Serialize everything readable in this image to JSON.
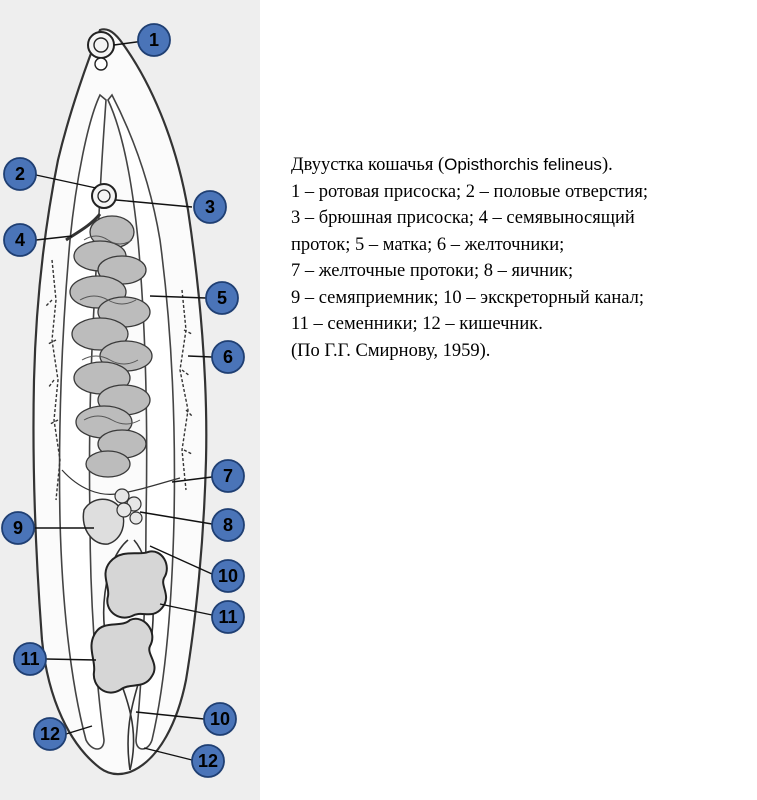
{
  "diagram": {
    "callouts": [
      "1",
      "2",
      "3",
      "4",
      "5",
      "6",
      "7",
      "8",
      "9",
      "10",
      "11",
      "11",
      "12",
      "10",
      "12"
    ],
    "callout_fill": "#4a74b8"
  },
  "caption": {
    "title_prefix": "Двуустка кошачья (",
    "title_latin": "Opisthorchis felineus",
    "title_suffix": ").",
    "lines": [
      "1 – ротовая присоска; 2 – половые отверстия;",
      "3 – брюшная присоска; 4 – семявыносящий",
      "проток; 5 – матка; 6 – желточники;",
      "7 – желточные протоки; 8 – яичник;",
      "9 – семяприемник; 10 – экскреторный канал;",
      "11 – семенники; 12 – кишечник.",
      "(По Г.Г. Смирнову, 1959)."
    ]
  }
}
